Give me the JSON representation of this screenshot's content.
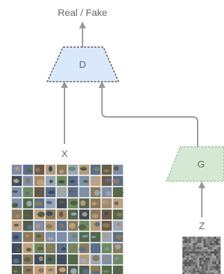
{
  "output_label": "Real / Fake",
  "discriminator": {
    "label": "D",
    "fill": "#dae8fc"
  },
  "generator": {
    "label": "G",
    "fill": "#d5e8d4"
  },
  "real_input_label": "X",
  "noise_input_label": "Z",
  "arrow_color": "#999999",
  "image_grid": {
    "rows": 10,
    "cols": 10
  }
}
